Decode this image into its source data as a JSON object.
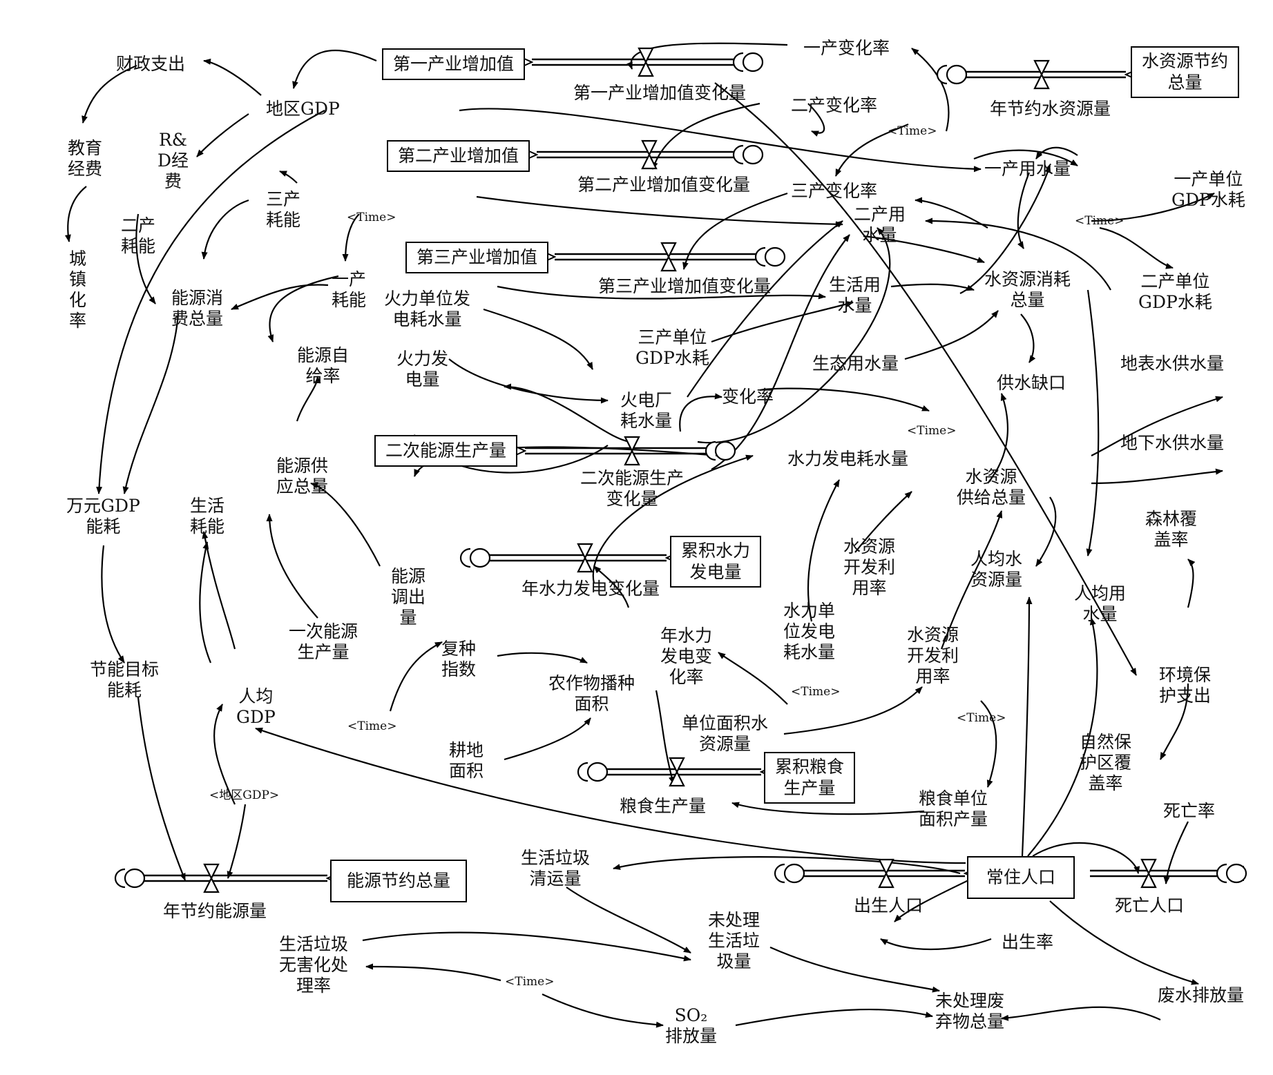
{
  "diagram": {
    "stocks": {
      "s1": "第一产业增加值",
      "s2": "第二产业增加值",
      "s3": "第三产业增加值",
      "s4": "二次能源生产量",
      "s5": "累积水力\n发电量",
      "s6": "累积粮食\n生产量",
      "s7": "能源节约总量",
      "s8": "常住人口",
      "s9": "水资源节约\n总量"
    },
    "variables": {
      "fiscal": "财政支出",
      "gdp": "地区GDP",
      "rnd": "R&\nD经\n费",
      "edu": "教育\n经费",
      "urban": "城\n镇\n化\n率",
      "e2": "二产\n耗能",
      "e3": "三产\n耗能",
      "e1": "一产\n耗能",
      "etotal": "能源消\n费总量",
      "eself": "能源自\n给率",
      "esupply": "能源供\n应总量",
      "eout": "能源\n调出\n量",
      "eprimary": "一次能源\n生产量",
      "gdpe": "万元GDP\n能耗",
      "live_e": "生活\n耗能",
      "target": "节能目标\n能耗",
      "pergdp": "人均\nGDP",
      "flow1": "第一产业增加值变化量",
      "flow2": "第二产业增加值变化量",
      "flow3": "第三产业增加值变化量",
      "rate1": "一产变化率",
      "rate2": "二产变化率",
      "rate3": "三产变化率",
      "thermal_unit": "火力单位发\n电耗水量",
      "thermal_gen": "火力发\n电量",
      "thermal_water": "火电厂\n耗水量",
      "unit3": "三产单位\nGDP水耗",
      "change_rate": "变化率",
      "flow_e2": "二次能源生产\n变化量",
      "hydro_water": "水力发电耗水量",
      "hydro_flow": "年水力发电变化量",
      "hydro_rate": "年水力\n发电变\n化率",
      "hydro_unit": "水力单\n位发电\n耗水量",
      "crop_idx": "复种\n指数",
      "crop_area": "农作物播种\n面积",
      "land": "耕地\n面积",
      "area_water": "单位面积水\n资源量",
      "grain": "粮食生产量",
      "grain_unit": "粮食单位\n面积产量",
      "w1": "一产用水量",
      "w2": "二产用\n水量",
      "w_live": "生活用\n水量",
      "w_eco": "生态用水量",
      "w_total": "水资源消耗\n总量",
      "w_gap": "供水缺口",
      "w_supply": "水资源\n供给总量",
      "w_dev1": "水资源\n开发利\n用率",
      "w_dev2": "水资源\n开发利\n用率",
      "w_percap": "人均水\n资源量",
      "w_use_pc": "人均用\n水量",
      "u1": "一产单位\nGDP水耗",
      "u2": "二产单位\nGDP水耗",
      "surface": "地表水供水量",
      "ground": "地下水供水量",
      "save_water": "年节约水资源量",
      "forest": "森林覆\n盖率",
      "envspend": "环境保\n护支出",
      "nature": "自然保\n护区覆\n盖率",
      "death_rate": "死亡率",
      "death": "死亡人口",
      "birth": "出生人口",
      "birth_rate": "出生率",
      "save_energy": "年节约能源量",
      "garbage": "生活垃圾\n清运量",
      "untreated": "未处理\n生活垃\n圾量",
      "harmless": "生活垃圾\n无害化处\n理率",
      "so2": "SO₂\n排放量",
      "waste_total": "未处理废\n弃物总量",
      "wastewater": "废水排放量"
    },
    "shadows": {
      "t1": "<Time>",
      "t2": "<Time>",
      "t3": "<Time>",
      "t4": "<Time>",
      "t5": "<Time>",
      "t6": "<Time>",
      "t7": "<Time>",
      "t8": "<Time>",
      "gdp_shadow": "<地区GDP>"
    }
  }
}
